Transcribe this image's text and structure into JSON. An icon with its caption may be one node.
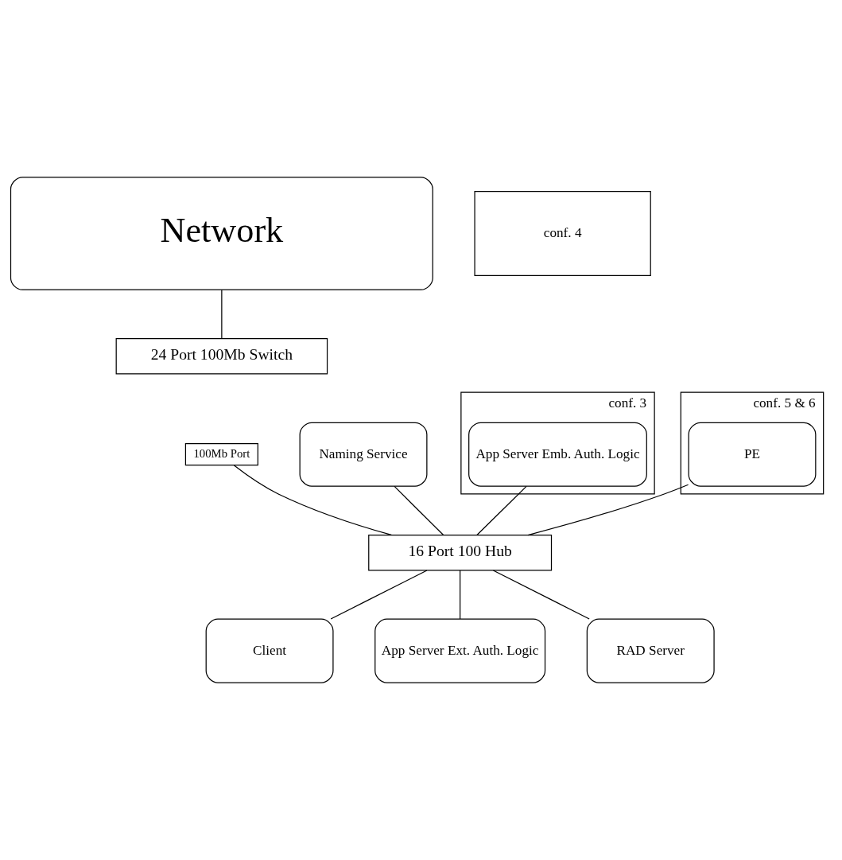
{
  "diagram": {
    "nodes": [
      {
        "text": [
          "Network"
        ]
      },
      {
        "text": [
          "24 Port 100Mb Switch"
        ]
      },
      {
        "text": [
          "100Mb Port"
        ]
      },
      {
        "text": [
          "Naming Service"
        ]
      },
      {
        "text": [
          "conf. 3"
        ]
      },
      {
        "text": [
          "App Server Emb. Auth. Logic"
        ],
        "in": 4
      },
      {
        "text": [
          "conf. 5 & 6"
        ]
      },
      {
        "text": [
          "PE"
        ],
        "in": 6
      },
      {
        "text": [
          "16 Port 100 Hub"
        ]
      },
      {
        "text": [
          "conf. 4"
        ]
      },
      {
        "text": [
          "Client"
        ]
      },
      {
        "text": [
          "App Server Ext. Auth. Logic"
        ]
      },
      {
        "text": [
          "RAD Server"
        ]
      }
    ],
    "edges": [
      {
        "from": 0,
        "to": 1,
        "arrow": "none"
      },
      {
        "from": 2,
        "to": 8,
        "arrow": "none"
      },
      {
        "from": 3,
        "to": 8,
        "arrow": "none"
      },
      {
        "from": 5,
        "to": 8,
        "arrow": "none"
      },
      {
        "from": 7,
        "to": 8,
        "arrow": "none"
      },
      {
        "from": 8,
        "to": 10,
        "arrow": "none"
      },
      {
        "from": 8,
        "to": 11,
        "arrow": "none"
      },
      {
        "from": 8,
        "to": 12,
        "arrow": "none"
      }
    ]
  }
}
